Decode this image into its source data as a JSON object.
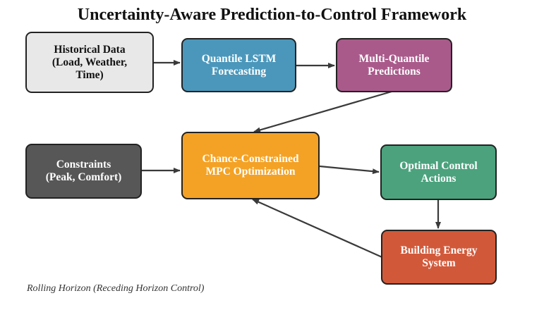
{
  "title": "Uncertainty-Aware Prediction-to-Control Framework",
  "caption": "Rolling Horizon (Receding Horizon Control)",
  "nodes": {
    "historical": {
      "label": "Historical Data\n(Load, Weather,\nTime)",
      "color": "#e8e8e8",
      "text_color": "#111111"
    },
    "lstm": {
      "label": "Quantile LSTM\nForecasting",
      "color": "#4b97bb",
      "text_color": "#ffffff"
    },
    "quantile": {
      "label": "Multi-Quantile\nPredictions",
      "color": "#a95a8b",
      "text_color": "#ffffff"
    },
    "constraints": {
      "label": "Constraints\n(Peak, Comfort)",
      "color": "#575757",
      "text_color": "#ffffff"
    },
    "mpc": {
      "label": "Chance-Constrained\nMPC Optimization",
      "color": "#f4a225",
      "text_color": "#ffffff"
    },
    "control": {
      "label": "Optimal Control\nActions",
      "color": "#4ba27d",
      "text_color": "#ffffff"
    },
    "building": {
      "label": "Building Energy\nSystem",
      "color": "#d1593a",
      "text_color": "#ffffff"
    }
  },
  "arrow_color": "#3a3a3a"
}
